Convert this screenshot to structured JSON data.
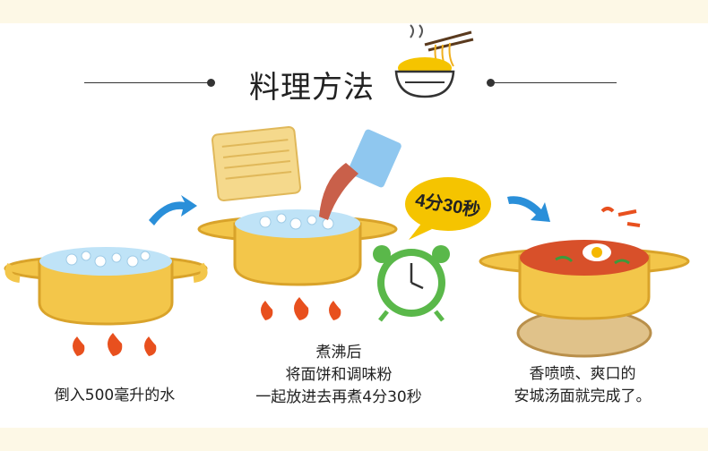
{
  "title": "料理方法",
  "clock_label": "4分30秒",
  "steps": [
    {
      "lines": [
        "倒入500毫升的水"
      ]
    },
    {
      "lines": [
        "煮沸后",
        "将面饼和调味粉",
        "一起放进去再煮4分30秒"
      ]
    },
    {
      "lines": [
        "香喷喷、爽口的",
        "安城汤面就完成了。"
      ]
    }
  ],
  "colors": {
    "pot": "#f3c64a",
    "pot_dark": "#d9a32a",
    "water": "#bfe3f7",
    "flame": "#e8501e",
    "arrow": "#2a8fd9",
    "bubble": "#f5c400"
  },
  "icons": [
    "noodle-bowl-icon",
    "arrow-icon",
    "alarm-clock-icon",
    "flame-icon"
  ]
}
